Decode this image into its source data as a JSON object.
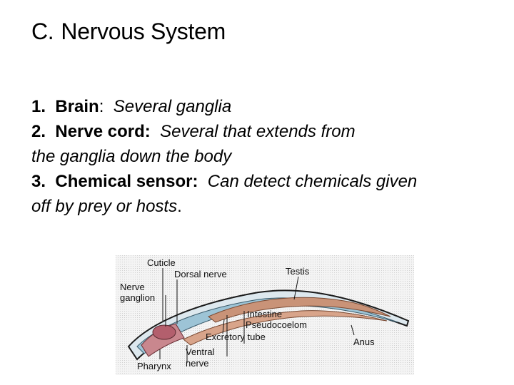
{
  "slide": {
    "section_letter": "C.",
    "title": "Nervous System"
  },
  "items": [
    {
      "number": "1.",
      "term": "Brain",
      "sep": ":",
      "desc": "Several ganglia"
    },
    {
      "number": "2.",
      "term": "Nerve cord:",
      "sep": "",
      "desc": "Several that extends from",
      "desc_cont": "the ganglia down the body"
    },
    {
      "number": "3.",
      "term": "Chemical sensor:",
      "sep": "",
      "desc": "Can detect chemicals given",
      "desc_cont": "off by prey or hosts",
      "end": "."
    }
  ],
  "figure": {
    "labels": {
      "cuticle": "Cuticle",
      "dorsal_nerve": "Dorsal nerve",
      "testis": "Testis",
      "nerve_ganglion_1": "Nerve",
      "nerve_ganglion_2": "ganglion",
      "intestine": "Intestine",
      "pseudocoelom": "Pseudocoelom",
      "excretory_tube": "Excretory tube",
      "anus": "Anus",
      "ventral_nerve_1": "Ventral",
      "ventral_nerve_2": "nerve",
      "pharynx": "Pharynx"
    }
  }
}
